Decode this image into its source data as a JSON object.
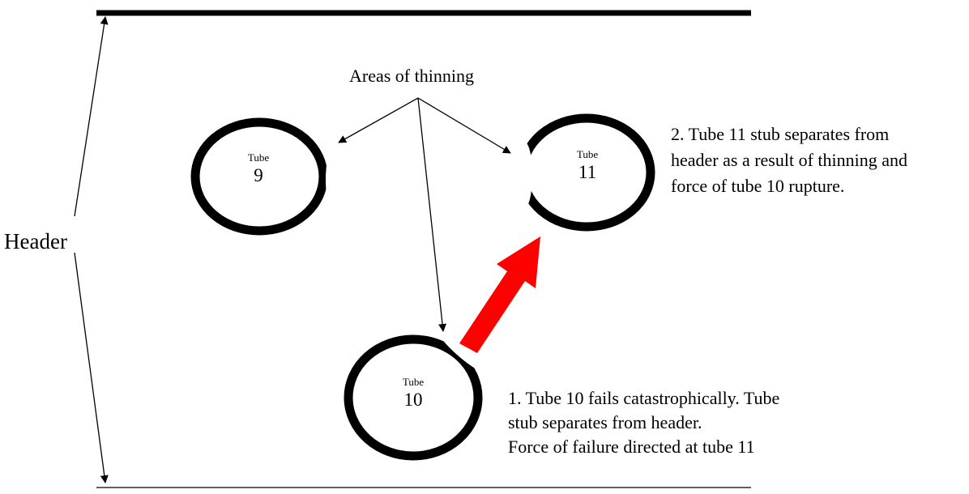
{
  "header_label": "Header",
  "areas_label": "Areas of thinning",
  "tubes": [
    {
      "word": "Tube",
      "number": "9"
    },
    {
      "word": "Tube",
      "number": "10"
    },
    {
      "word": "Tube",
      "number": "11"
    }
  ],
  "note_tube10": {
    "line1": "1.  Tube 10 fails catastrophically.  Tube",
    "line2": "stub separates from header.",
    "line3": "Force of failure directed at tube 11"
  },
  "note_tube11": {
    "line1": "2.  Tube 11 stub separates from",
    "line2": "header as a result of thinning and",
    "line3": "force of tube 10 rupture."
  },
  "colors": {
    "line": "#000000",
    "force_arrow": "#ff0000",
    "background": "#ffffff"
  }
}
